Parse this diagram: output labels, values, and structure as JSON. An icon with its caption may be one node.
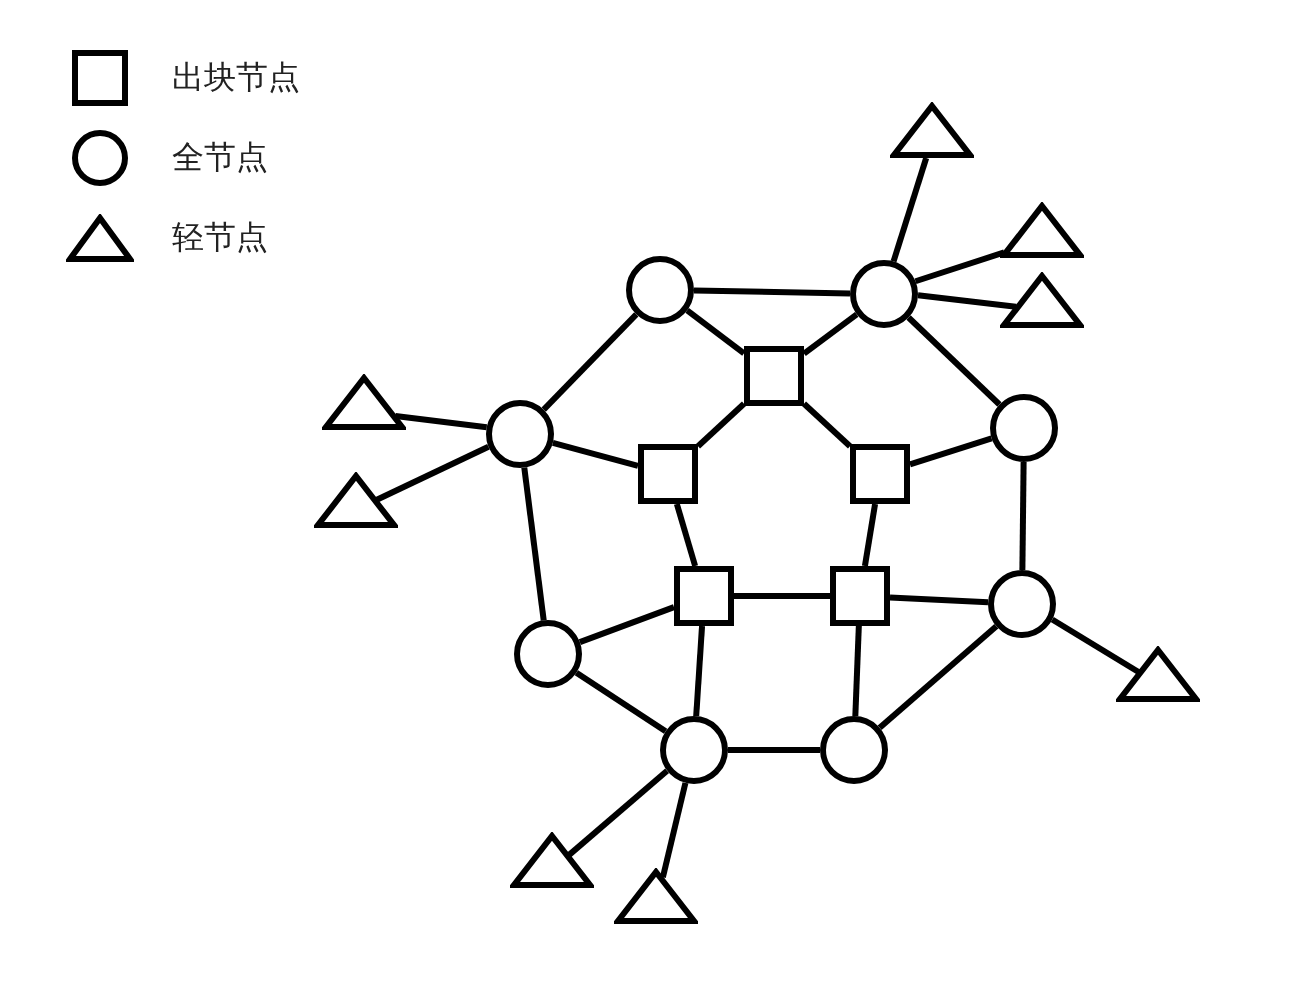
{
  "diagram": {
    "nodes": [
      {
        "text": [],
        "shape": "triangle"
      },
      {
        "text": [],
        "shape": "triangle"
      },
      {
        "text": [],
        "shape": "circle"
      },
      {
        "text": [],
        "shape": "circle"
      },
      {
        "text": [],
        "shape": "triangle"
      },
      {
        "text": [],
        "shape": "box"
      },
      {
        "text": [],
        "shape": "triangle"
      },
      {
        "text": [],
        "shape": "circle"
      },
      {
        "text": [],
        "shape": "circle"
      },
      {
        "text": [],
        "shape": "box"
      },
      {
        "text": [],
        "shape": "box"
      },
      {
        "text": [],
        "shape": "triangle"
      },
      {
        "text": [],
        "shape": "box"
      },
      {
        "text": [],
        "shape": "box"
      },
      {
        "text": [],
        "shape": "circle"
      },
      {
        "text": [],
        "shape": "circle"
      },
      {
        "text": [],
        "shape": "triangle"
      },
      {
        "text": [],
        "shape": "circle"
      },
      {
        "text": [],
        "shape": "circle"
      },
      {
        "text": [],
        "shape": "triangle"
      },
      {
        "text": [],
        "shape": "triangle"
      }
    ],
    "edges": [
      {
        "from": 2,
        "to": 3,
        "arrow": "none"
      },
      {
        "from": 2,
        "to": 8,
        "arrow": "none"
      },
      {
        "from": 2,
        "to": 5,
        "arrow": "none"
      },
      {
        "from": 3,
        "to": 5,
        "arrow": "none"
      },
      {
        "from": 3,
        "to": 7,
        "arrow": "none"
      },
      {
        "from": 3,
        "to": 0,
        "arrow": "none"
      },
      {
        "from": 3,
        "to": 1,
        "arrow": "none"
      },
      {
        "from": 3,
        "to": 4,
        "arrow": "none"
      },
      {
        "from": 8,
        "to": 6,
        "arrow": "none"
      },
      {
        "from": 8,
        "to": 11,
        "arrow": "none"
      },
      {
        "from": 8,
        "to": 9,
        "arrow": "none"
      },
      {
        "from": 8,
        "to": 15,
        "arrow": "none"
      },
      {
        "from": 5,
        "to": 9,
        "arrow": "none"
      },
      {
        "from": 5,
        "to": 10,
        "arrow": "none"
      },
      {
        "from": 9,
        "to": 12,
        "arrow": "none"
      },
      {
        "from": 10,
        "to": 13,
        "arrow": "none"
      },
      {
        "from": 10,
        "to": 7,
        "arrow": "none"
      },
      {
        "from": 7,
        "to": 14,
        "arrow": "none"
      },
      {
        "from": 12,
        "to": 13,
        "arrow": "none"
      },
      {
        "from": 13,
        "to": 14,
        "arrow": "none"
      },
      {
        "from": 12,
        "to": 15,
        "arrow": "none"
      },
      {
        "from": 12,
        "to": 17,
        "arrow": "none"
      },
      {
        "from": 13,
        "to": 18,
        "arrow": "none"
      },
      {
        "from": 17,
        "to": 18,
        "arrow": "none"
      },
      {
        "from": 18,
        "to": 14,
        "arrow": "none"
      },
      {
        "from": 15,
        "to": 17,
        "arrow": "none"
      },
      {
        "from": 14,
        "to": 16,
        "arrow": "none"
      },
      {
        "from": 17,
        "to": 19,
        "arrow": "none"
      },
      {
        "from": 17,
        "to": 20,
        "arrow": "none"
      }
    ],
    "legend": [
      {
        "text": "出块节点"
      },
      {
        "text": "全节点"
      },
      {
        "text": "轻节点"
      }
    ]
  }
}
